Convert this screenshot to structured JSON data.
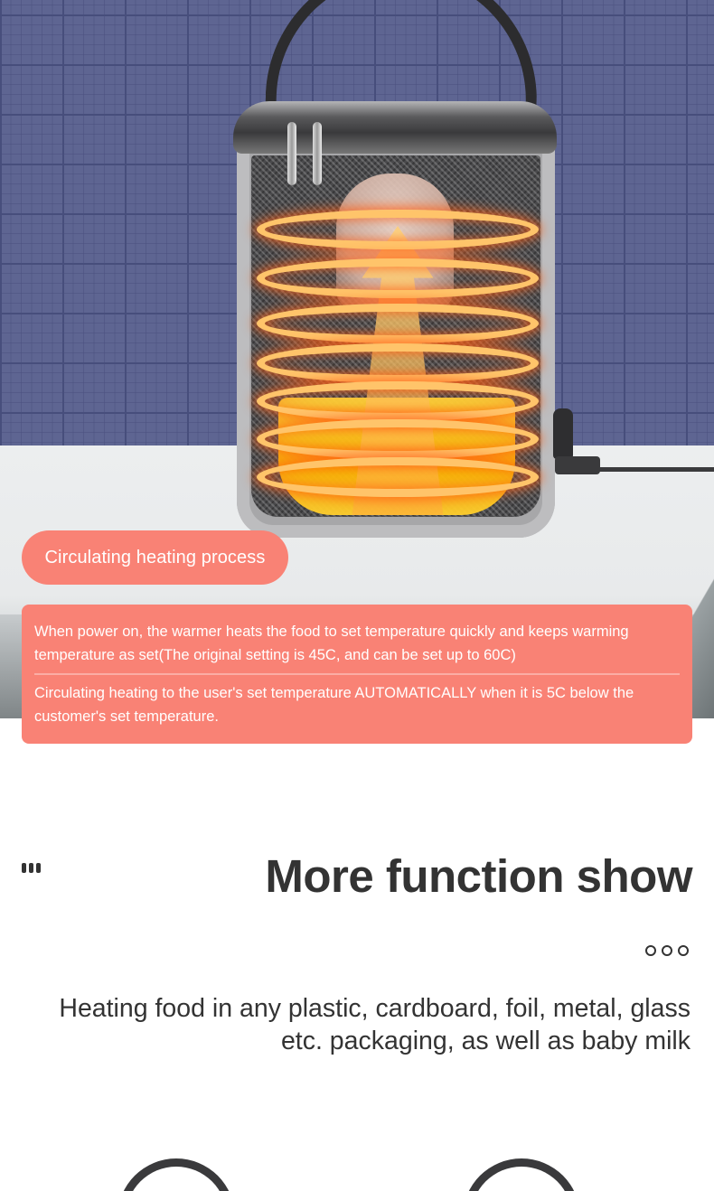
{
  "hero": {
    "image_alt": "Insulated bag food warmer with circulating heat rings around a baby bottle",
    "colors": {
      "wall_grid": "#5e6592",
      "grid_line": "#474e7c",
      "counter": "#e8eaeb",
      "heat_glow": "#ff5f14",
      "heat_ring": "#ffc46a"
    }
  },
  "pill_label": "Circulating heating process",
  "info_card": {
    "paragraph_1": "When power on, the warmer heats the food to set temperature quickly and keeps warming temperature as set(The original setting is 45C, and can be set up to 60C)",
    "paragraph_2": "Circulating heating to the user's set temperature AUTOMATICALLY when it is 5C below the customer's set temperature.",
    "background_color": "#f98275"
  },
  "section": {
    "title": "More function show",
    "description": "Heating food in any plastic, cardboard, foil, metal, glass etc. packaging, as well as baby milk",
    "decor_left_icon": "three-bars-icon",
    "decor_right_icon": "three-circles-icon",
    "text_color": "#333333"
  }
}
